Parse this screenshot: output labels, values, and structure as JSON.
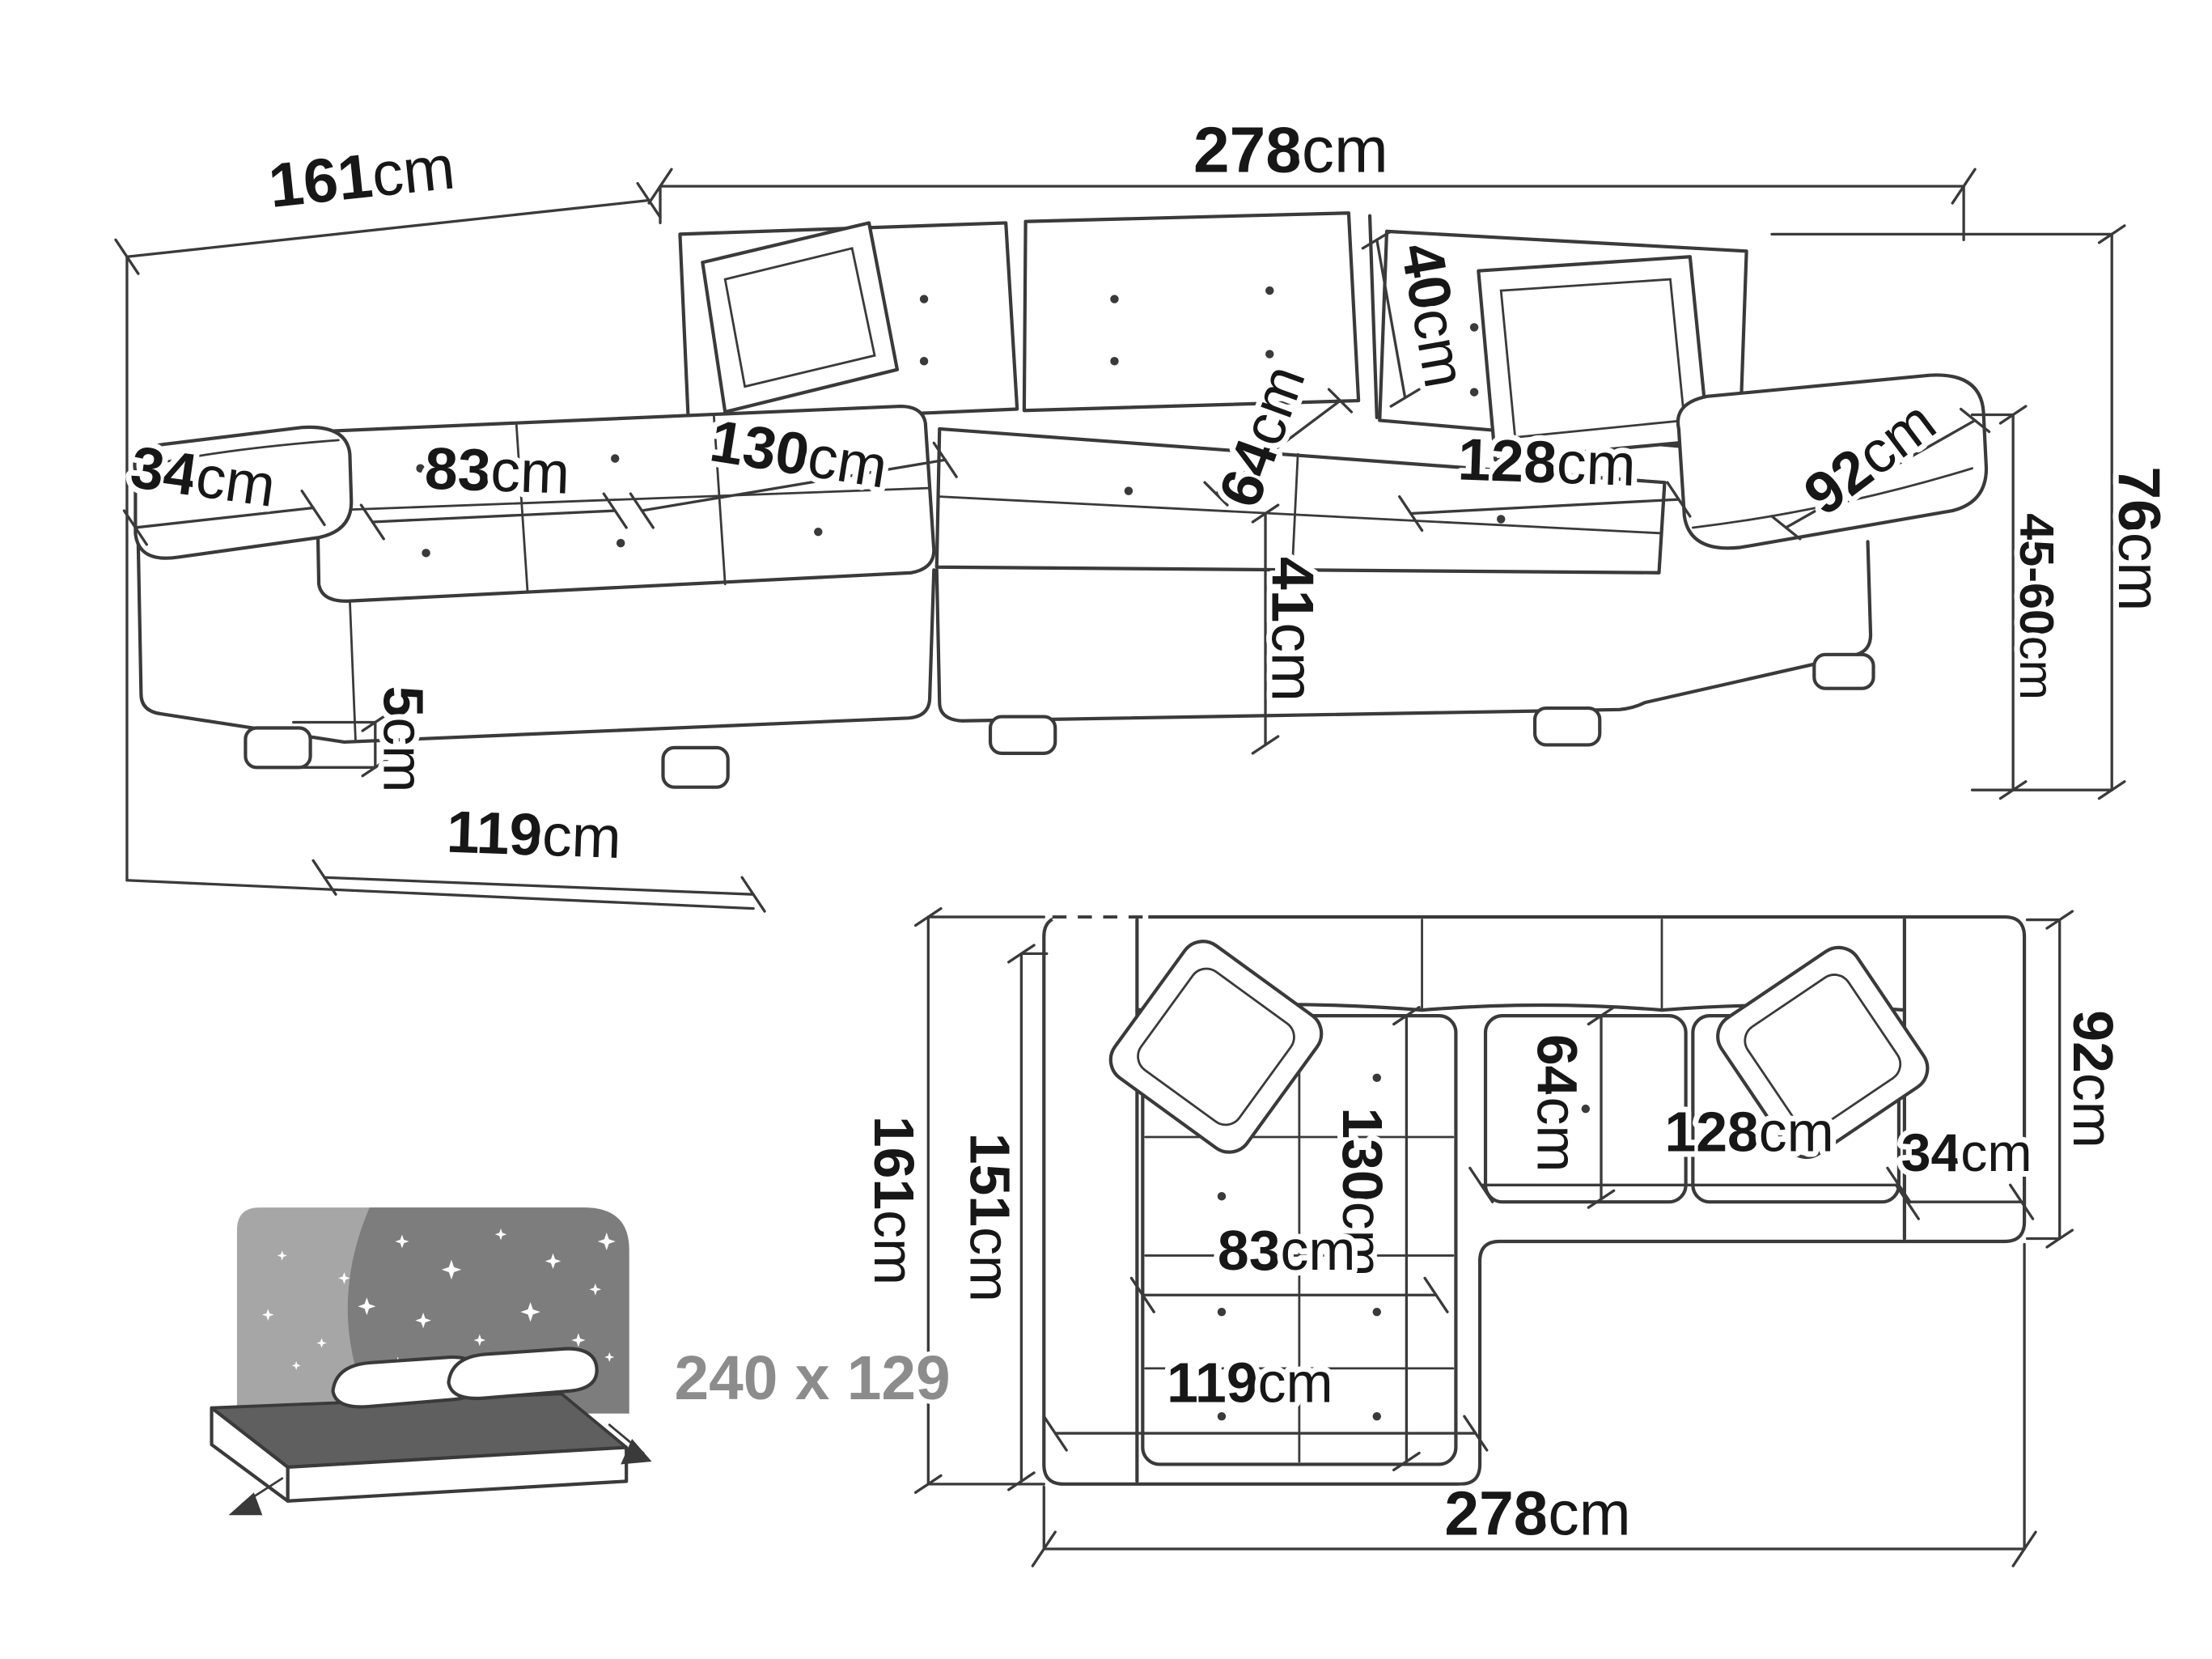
{
  "colors": {
    "background": "#ffffff",
    "line": "#3a3a3a",
    "label": "#171717",
    "muted_label": "#8c8c8c",
    "headboard_light": "#a6a6a6",
    "headboard_dark": "#7d7d7d",
    "mattress_top": "#5f5f5f"
  },
  "perspective_view": {
    "labels": {
      "width_total": {
        "value": "278",
        "unit": "cm"
      },
      "depth_total": {
        "value": "161",
        "unit": "cm"
      },
      "back_cushion_height": {
        "value": "40",
        "unit": "cm"
      },
      "corner_seat_depth": {
        "value": "64",
        "unit": "cm"
      },
      "right_seat_width": {
        "value": "128",
        "unit": "cm"
      },
      "chaise_cushion_length": {
        "value": "130",
        "unit": "cm"
      },
      "chaise_cushion_width": {
        "value": "83",
        "unit": "cm"
      },
      "armrest_width": {
        "value": "34",
        "unit": "cm"
      },
      "armrest_length": {
        "value": "92",
        "unit": "cm"
      },
      "height_total": {
        "value": "76",
        "unit": "cm"
      },
      "seat_height_range": {
        "value": "45-60",
        "unit": "cm"
      },
      "seat_front_height": {
        "value": "41",
        "unit": "cm"
      },
      "foot_height": {
        "value": "5",
        "unit": "cm"
      },
      "chaise_width_total": {
        "value": "119",
        "unit": "cm"
      }
    }
  },
  "plan_view": {
    "labels": {
      "depth_total": {
        "value": "161",
        "unit": "cm"
      },
      "depth_inner": {
        "value": "151",
        "unit": "cm"
      },
      "chaise_cushion_length": {
        "value": "130",
        "unit": "cm"
      },
      "corner_seat_depth": {
        "value": "64",
        "unit": "cm"
      },
      "right_seat_width": {
        "value": "128",
        "unit": "cm"
      },
      "armrest_width": {
        "value": "34",
        "unit": "cm"
      },
      "armrest_length": {
        "value": "92",
        "unit": "cm"
      },
      "chaise_cushion_width": {
        "value": "83",
        "unit": "cm"
      },
      "chaise_width_total": {
        "value": "119",
        "unit": "cm"
      },
      "width_total": {
        "value": "278",
        "unit": "cm"
      }
    }
  },
  "sleeping_function": {
    "label": "240 x 129"
  }
}
